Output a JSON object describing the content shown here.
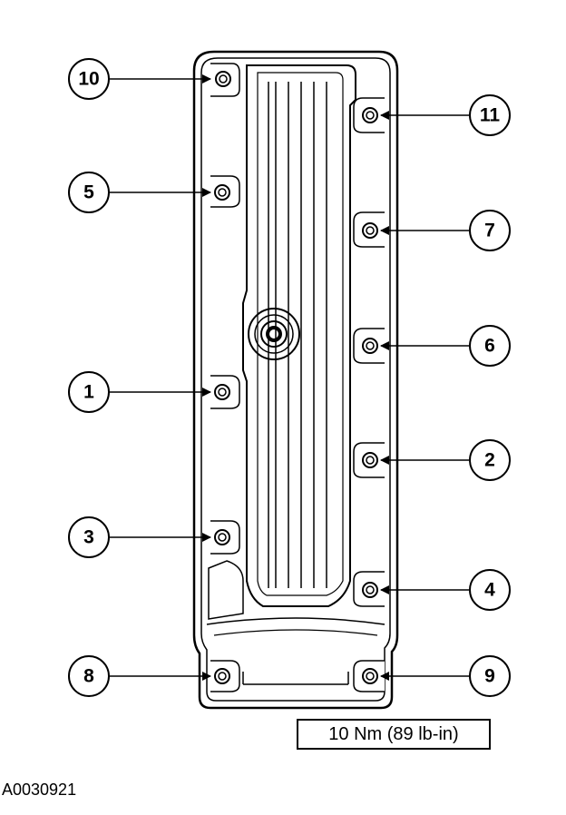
{
  "torque_spec": "10 Nm (89 lb-in)",
  "figure_id": "A0030921",
  "bolts": [
    {
      "label": "10",
      "side": "left"
    },
    {
      "label": "5",
      "side": "left"
    },
    {
      "label": "1",
      "side": "left"
    },
    {
      "label": "3",
      "side": "left"
    },
    {
      "label": "8",
      "side": "left"
    },
    {
      "label": "11",
      "side": "right"
    },
    {
      "label": "7",
      "side": "right"
    },
    {
      "label": "6",
      "side": "right"
    },
    {
      "label": "2",
      "side": "right"
    },
    {
      "label": "4",
      "side": "right"
    },
    {
      "label": "9",
      "side": "right"
    }
  ],
  "colors": {
    "line": "#000000",
    "background": "#ffffff"
  }
}
